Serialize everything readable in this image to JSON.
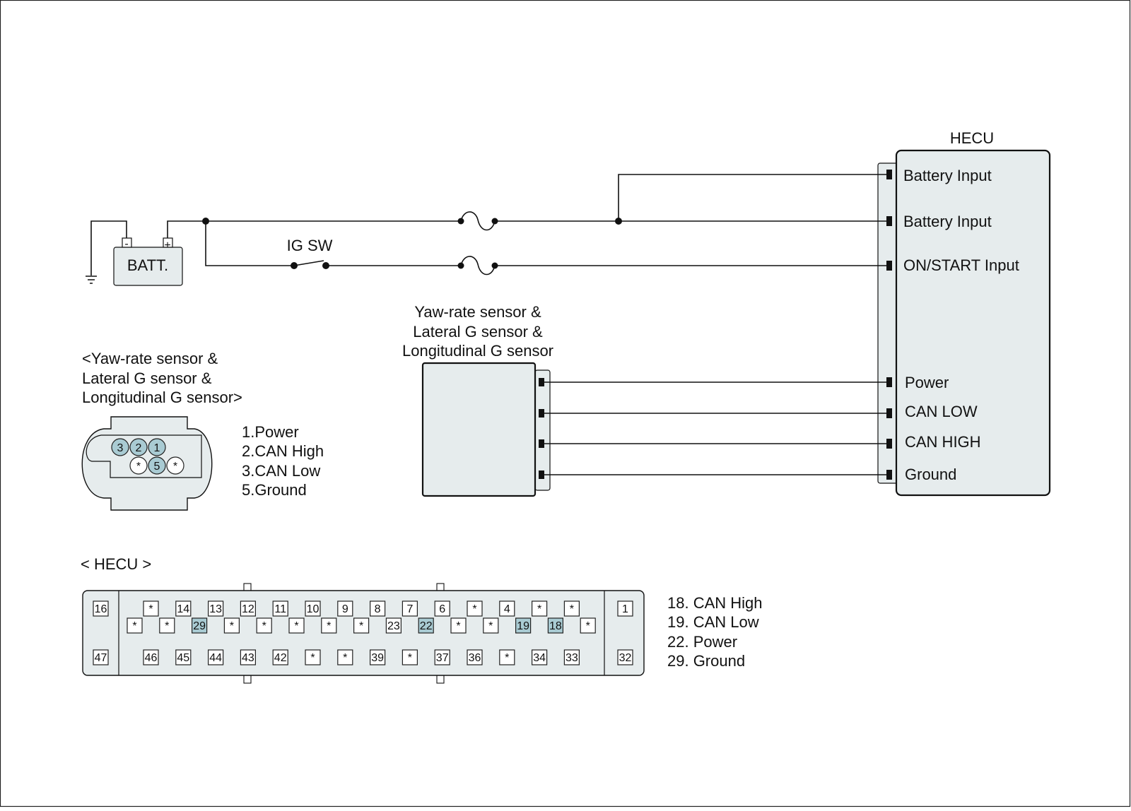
{
  "hecu": {
    "title": "HECU",
    "terminals": [
      "Battery Input",
      "Battery Input",
      "ON/START Input",
      "Power",
      "CAN LOW",
      "CAN HIGH",
      "Ground"
    ]
  },
  "battery": {
    "label": "BATT.",
    "minus": "-",
    "plus": "+"
  },
  "ig_switch": {
    "label": "IG SW"
  },
  "sensor": {
    "title": [
      "Yaw-rate sensor &",
      "Lateral G sensor &",
      "Longitudinal G sensor"
    ]
  },
  "sensor_connector": {
    "title": [
      "<Yaw-rate sensor &",
      "Lateral G sensor &",
      "Longitudinal G sensor>"
    ],
    "pins": [
      {
        "label": "3",
        "active": true
      },
      {
        "label": "2",
        "active": true
      },
      {
        "label": "1",
        "active": true
      },
      {
        "label": "*",
        "active": false
      },
      {
        "label": "5",
        "active": true
      },
      {
        "label": "*",
        "active": false
      }
    ],
    "legend": [
      "1.Power",
      "2.CAN High",
      "3.CAN Low",
      "5.Ground"
    ]
  },
  "hecu_connector": {
    "title": "< HECU >",
    "left_pins": [
      "16",
      "47"
    ],
    "right_pins": [
      "1",
      "32"
    ],
    "row1": [
      "*",
      "14",
      "13",
      "12",
      "11",
      "10",
      "9",
      "8",
      "7",
      "6",
      "*",
      "4",
      "*",
      "*"
    ],
    "row2": [
      "*",
      "*",
      "29",
      "*",
      "*",
      "*",
      "*",
      "*",
      "23",
      "22",
      "*",
      "*",
      "19",
      "18",
      "*"
    ],
    "row3": [
      "46",
      "45",
      "44",
      "43",
      "42",
      "*",
      "*",
      "39",
      "*",
      "37",
      "36",
      "*",
      "34",
      "33"
    ],
    "highlighted": [
      "29",
      "22",
      "19",
      "18"
    ],
    "legend": [
      "18. CAN High",
      "19. CAN Low",
      "22. Power",
      "29. Ground"
    ]
  }
}
